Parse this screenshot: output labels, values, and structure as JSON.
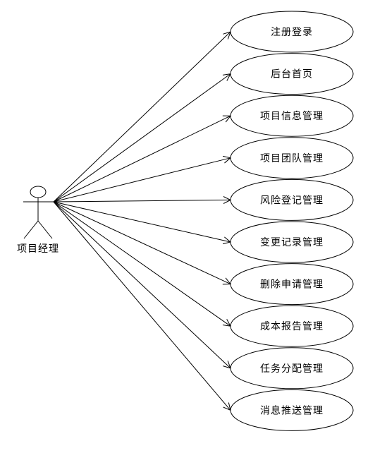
{
  "actor": {
    "name": "项目经理"
  },
  "use_cases": [
    "注册登录",
    "后台首页",
    "项目信息管理",
    "项目团队管理",
    "风险登记管理",
    "变更记录管理",
    "删除申请管理",
    "成本报告管理",
    "任务分配管理",
    "消息推送管理"
  ],
  "colors": {
    "stroke": "#000000",
    "background": "#ffffff"
  }
}
